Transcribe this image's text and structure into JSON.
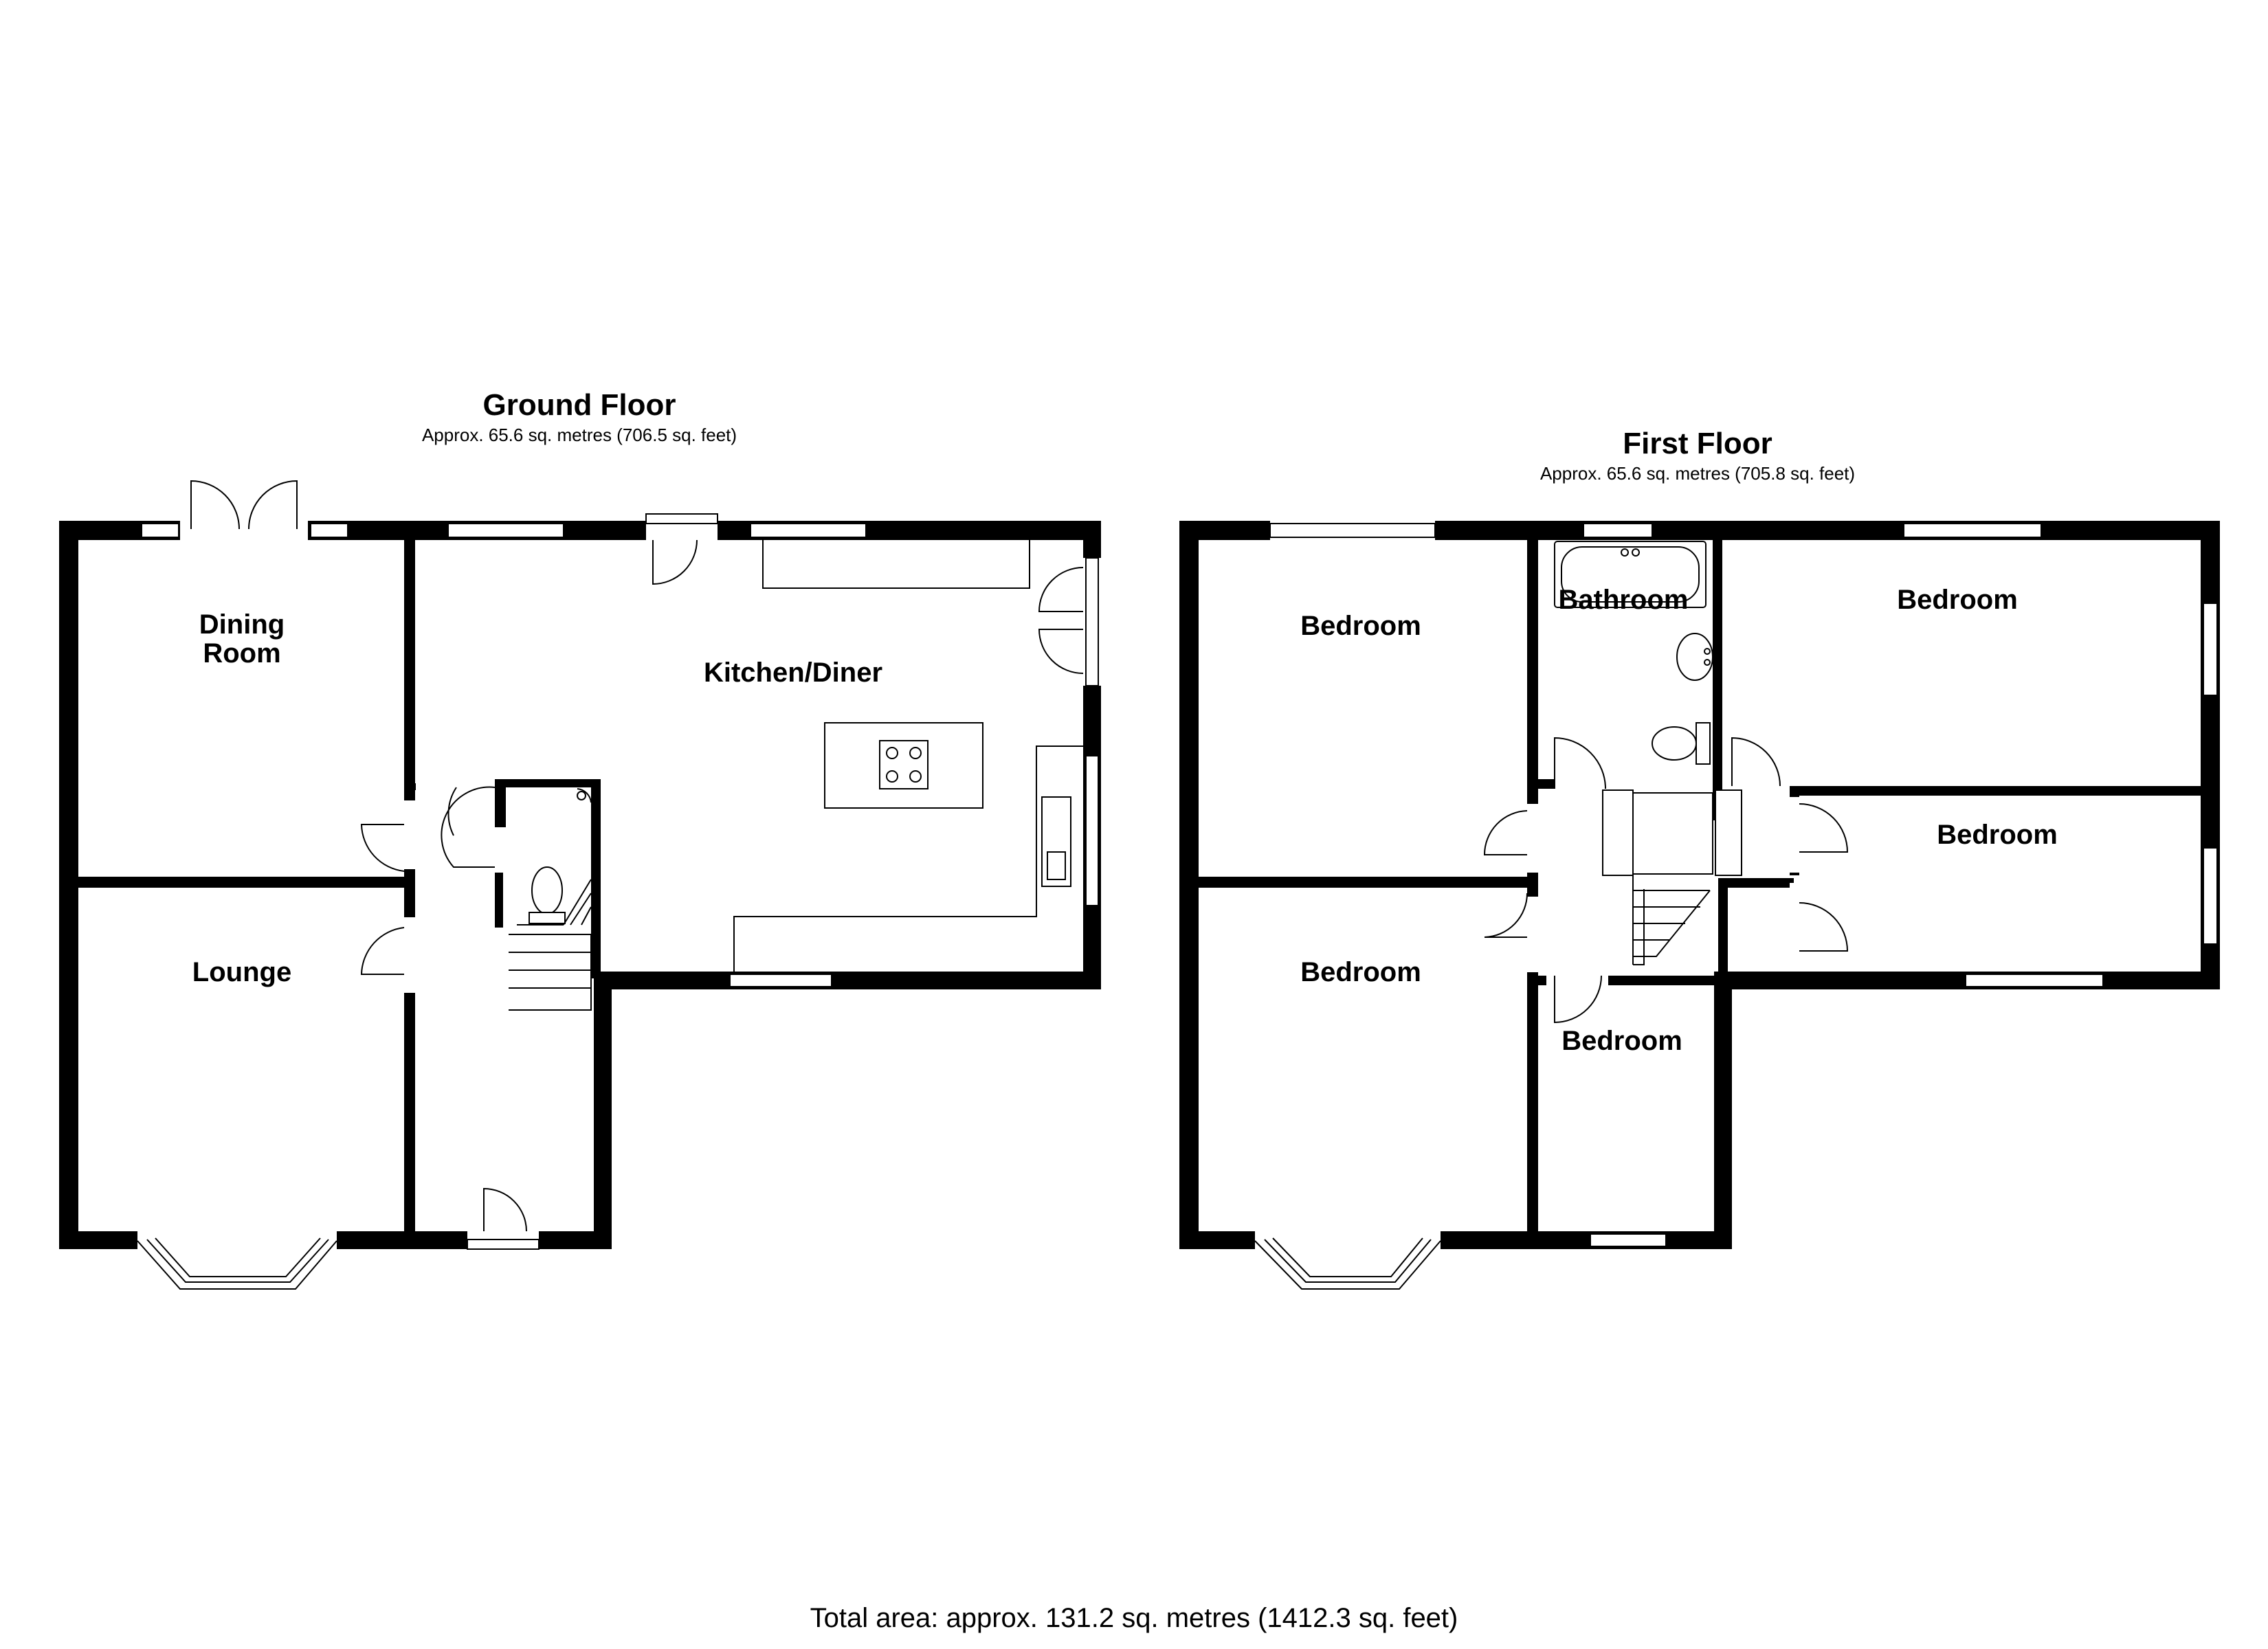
{
  "ground_floor": {
    "title": "Ground Floor",
    "area": "Approx. 65.6 sq. metres (706.5 sq. feet)",
    "rooms": {
      "dining_room_line1": "Dining",
      "dining_room_line2": "Room",
      "lounge": "Lounge",
      "kitchen_diner": "Kitchen/Diner"
    }
  },
  "first_floor": {
    "title": "First Floor",
    "area": "Approx. 65.6 sq. metres (705.8 sq. feet)",
    "rooms": {
      "bedroom_1": "Bedroom",
      "bathroom": "Bathroom",
      "bedroom_2": "Bedroom",
      "bedroom_3": "Bedroom",
      "bedroom_4": "Bedroom",
      "bedroom_5": "Bedroom"
    }
  },
  "total_area": "Total area: approx. 131.2 sq. metres (1412.3 sq. feet)",
  "colors": {
    "wall": "#000000",
    "background": "#ffffff"
  }
}
